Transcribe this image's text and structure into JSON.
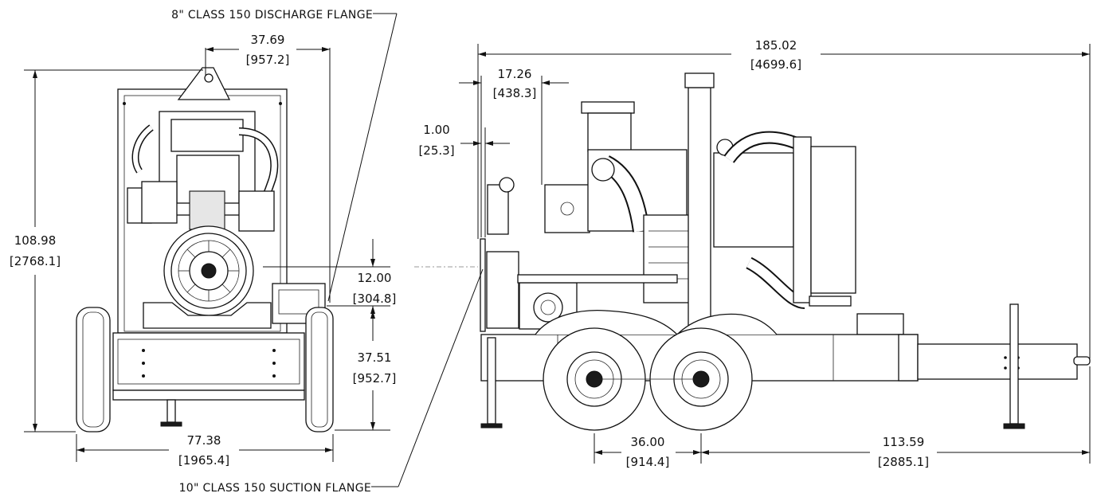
{
  "notes": {
    "discharge_flange": "8\" CLASS 150 DISCHARGE FLANGE",
    "suction_flange": "10\" CLASS 150 SUCTION FLANGE"
  },
  "front_view": {
    "top_width": {
      "inch": "37.69",
      "mm": "[957.2]"
    },
    "overall_height": {
      "inch": "108.98",
      "mm": "[2768.1]"
    },
    "flange_offset": {
      "inch": "12.00",
      "mm": "[304.8]"
    },
    "suction_height": {
      "inch": "37.51",
      "mm": "[952.7]"
    },
    "overall_width": {
      "inch": "77.38",
      "mm": "[1965.4]"
    }
  },
  "side_view": {
    "overall_length": {
      "inch": "185.02",
      "mm": "[4699.6]"
    },
    "discharge_offset": {
      "inch": "17.26",
      "mm": "[438.3]"
    },
    "flange_thickness": {
      "inch": "1.00",
      "mm": "[25.3]"
    },
    "axle_spacing": {
      "inch": "36.00",
      "mm": "[914.4]"
    },
    "axle_to_hitch": {
      "inch": "113.59",
      "mm": "[2885.1]"
    }
  }
}
